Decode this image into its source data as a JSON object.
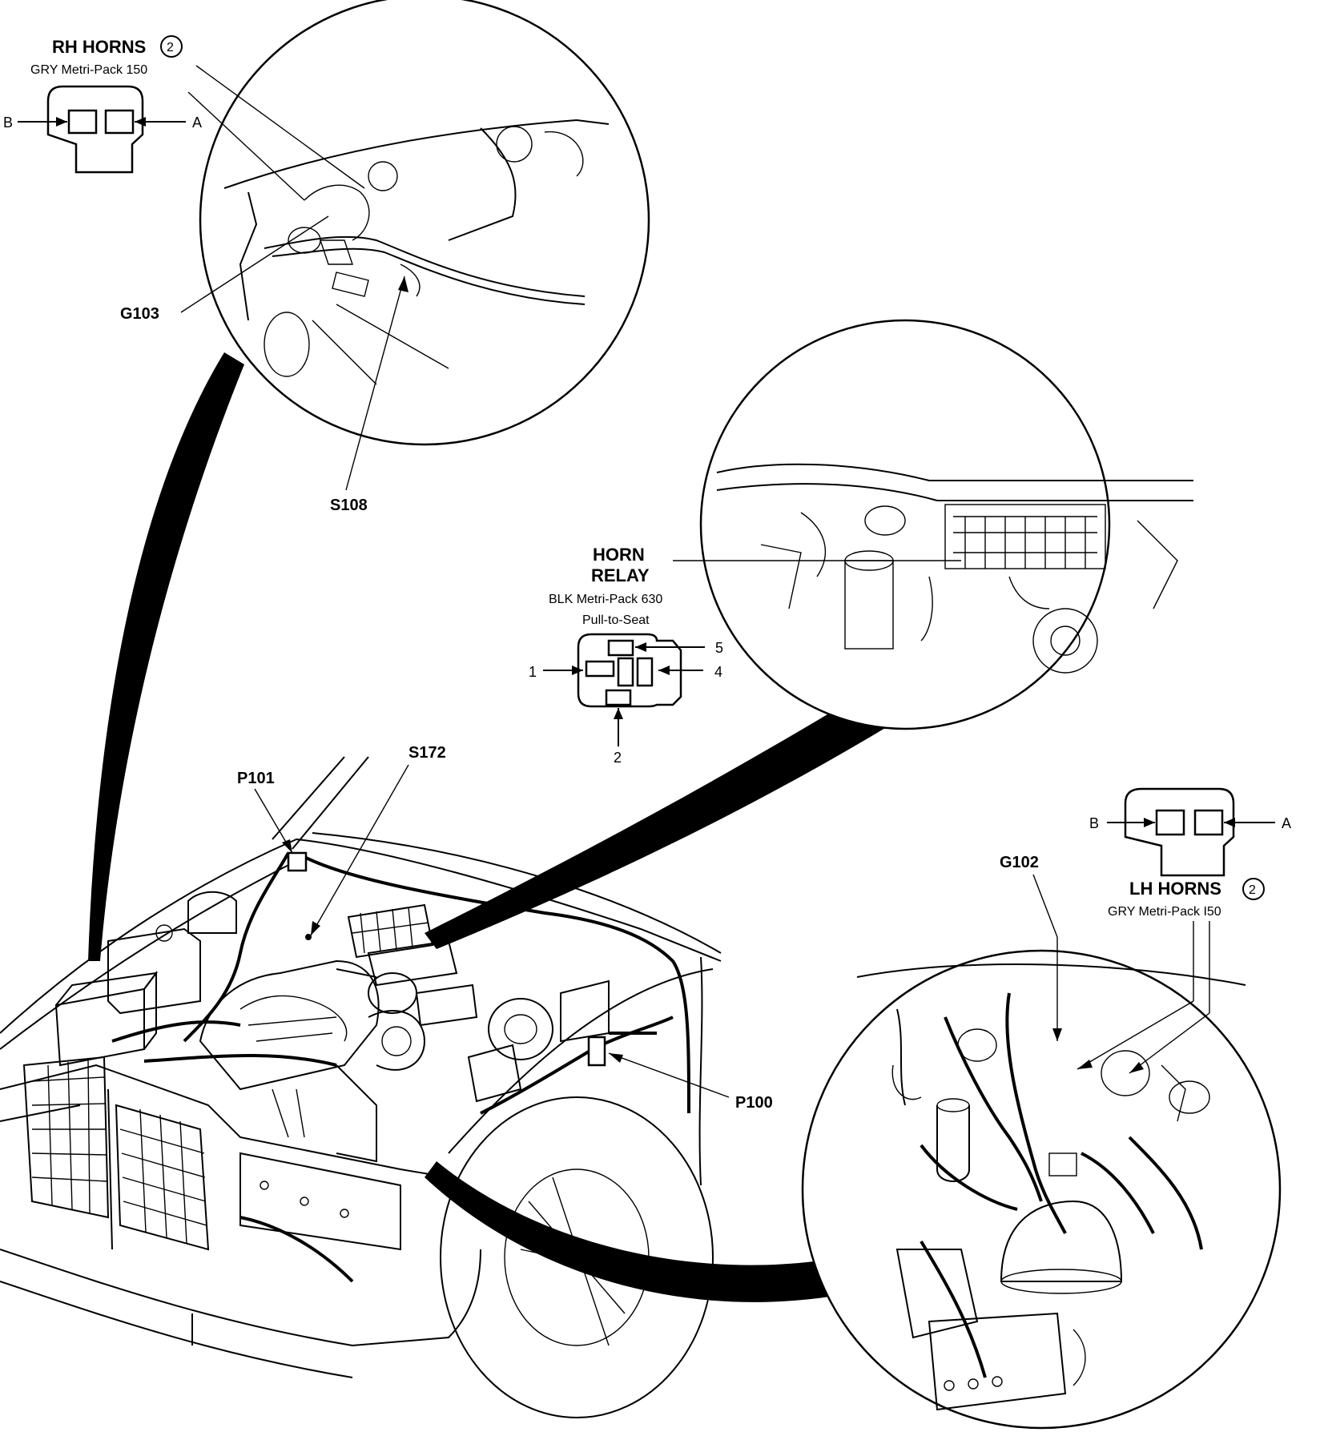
{
  "labels": {
    "rh_horns_title": "RH HORNS",
    "rh_horns_circle_num": "2",
    "rh_horns_connector": "GRY Metri-Pack 150",
    "rh_pin_b": "B",
    "rh_pin_a": "A",
    "g103": "G103",
    "s108": "S108",
    "horn_relay_line1": "HORN",
    "horn_relay_line2": "RELAY",
    "horn_relay_connector": "BLK Metri-Pack 630",
    "horn_relay_note": "Pull-to-Seat",
    "relay_pin_1": "1",
    "relay_pin_2": "2",
    "relay_pin_4": "4",
    "relay_pin_5": "5",
    "p101": "P101",
    "s172": "S172",
    "p100": "P100",
    "g102": "G102",
    "lh_horns_title": "LH HORNS",
    "lh_horns_circle_num": "2",
    "lh_horns_connector": "GRY Metri-Pack I50",
    "lh_pin_b": "B",
    "lh_pin_a": "A"
  },
  "colors": {
    "ink": "#000000",
    "paper": "#ffffff"
  }
}
